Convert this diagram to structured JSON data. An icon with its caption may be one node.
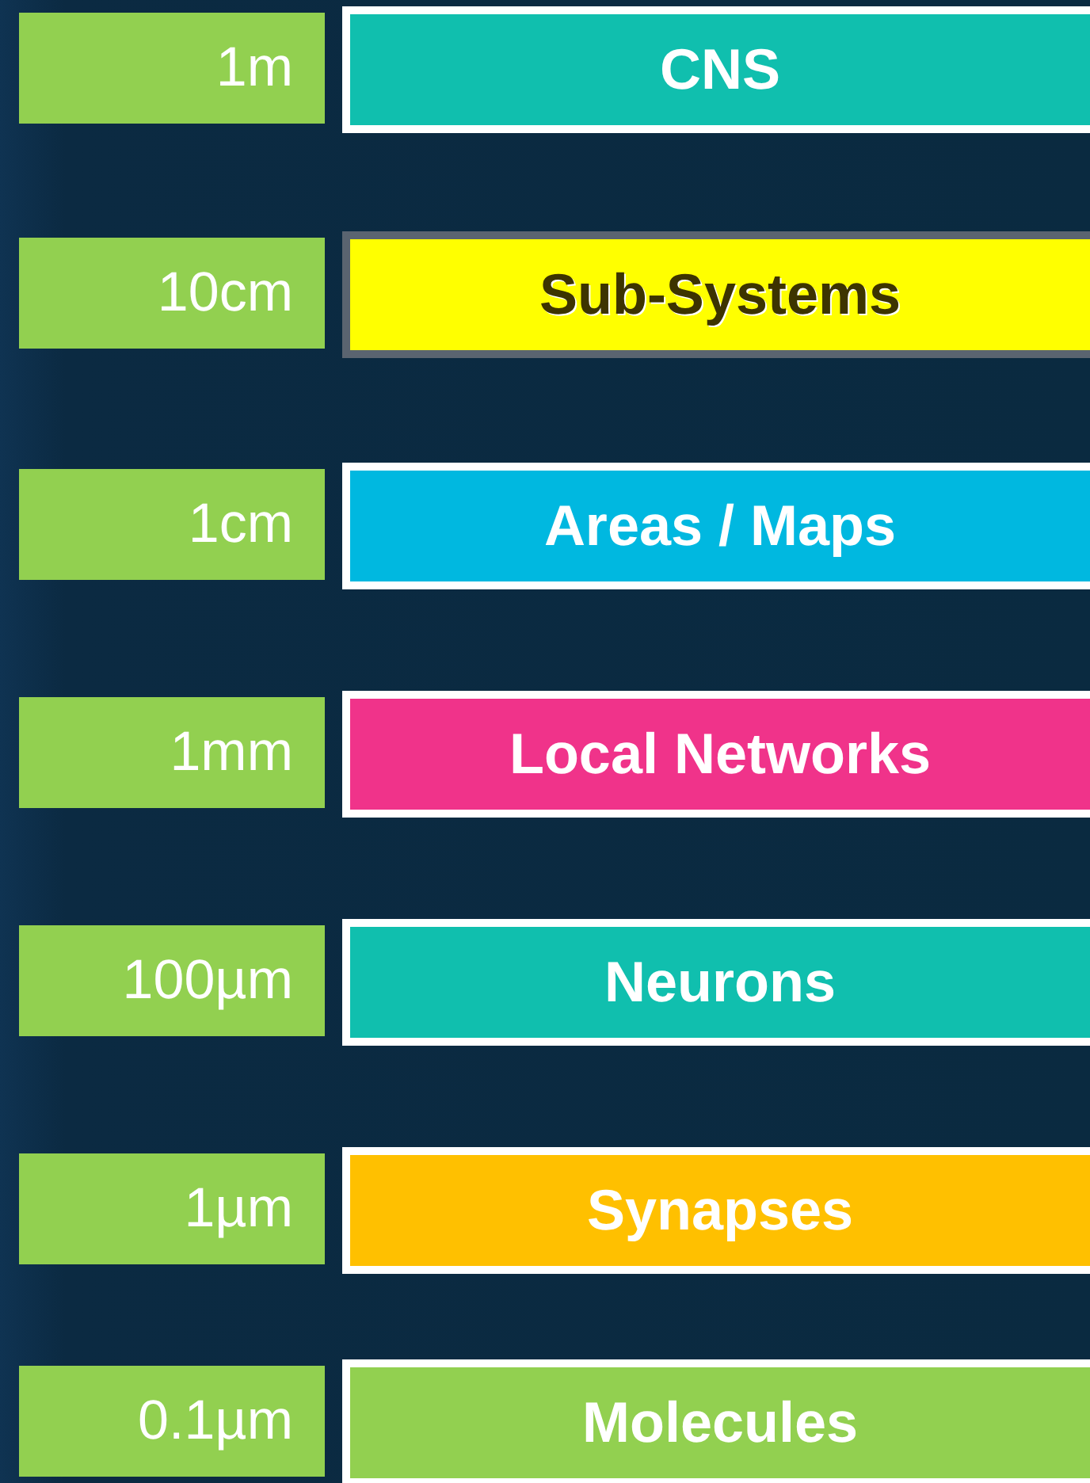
{
  "diagram": {
    "nodes": [
      {
        "text": [
          "1m"
        ]
      },
      {
        "text": [
          "CNS"
        ]
      },
      {
        "text": [
          "10cm"
        ]
      },
      {
        "text": [
          "Sub-Systems"
        ]
      },
      {
        "text": [
          "1cm"
        ]
      },
      {
        "text": [
          "Areas / Maps"
        ]
      },
      {
        "text": [
          "1mm"
        ]
      },
      {
        "text": [
          "Local Networks"
        ]
      },
      {
        "text": [
          "100µm"
        ]
      },
      {
        "text": [
          "Neurons"
        ]
      },
      {
        "text": [
          "1µm"
        ]
      },
      {
        "text": [
          "Synapses"
        ]
      },
      {
        "text": [
          "0.1µm"
        ]
      },
      {
        "text": [
          "Molecules"
        ]
      }
    ]
  }
}
